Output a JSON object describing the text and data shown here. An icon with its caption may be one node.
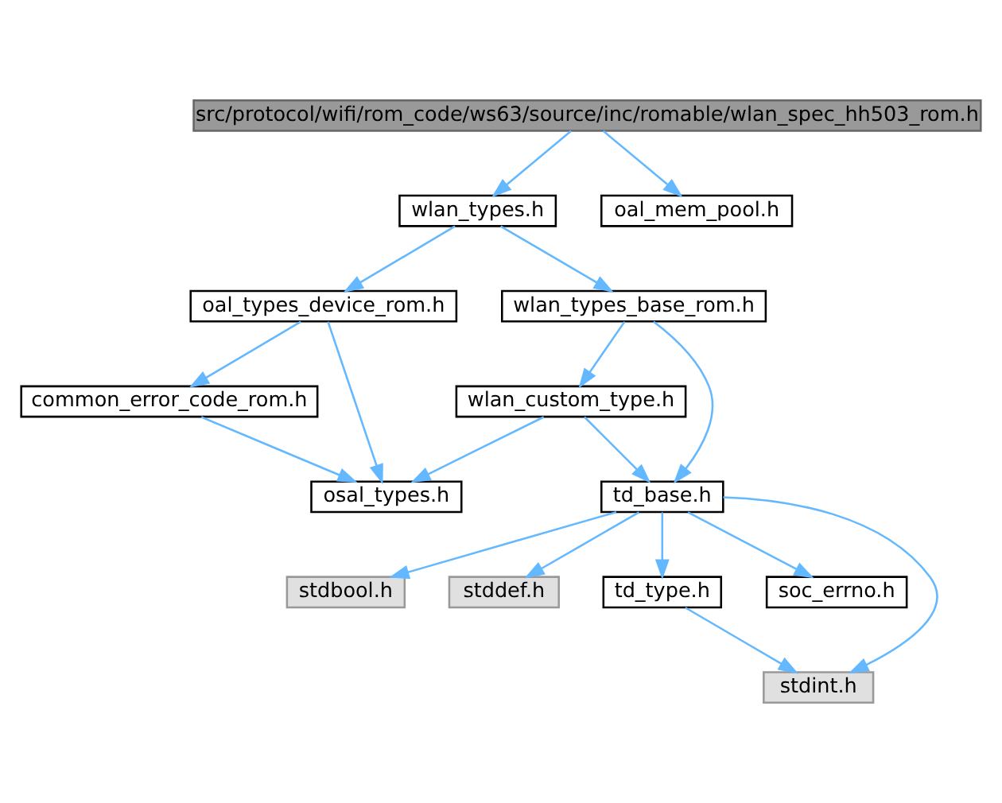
{
  "diagram": {
    "nodes": [
      {
        "text": [
          "src/protocol/wifi/rom_code/ws63/source/inc/romable/wlan_spec_hh503_rom.h"
        ]
      },
      {
        "text": [
          "wlan_types.h"
        ]
      },
      {
        "text": [
          "oal_mem_pool.h"
        ]
      },
      {
        "text": [
          "oal_types_device_rom.h"
        ]
      },
      {
        "text": [
          "wlan_types_base_rom.h"
        ]
      },
      {
        "text": [
          "common_error_code_rom.h"
        ]
      },
      {
        "text": [
          "wlan_custom_type.h"
        ]
      },
      {
        "text": [
          "osal_types.h"
        ]
      },
      {
        "text": [
          "td_base.h"
        ]
      },
      {
        "text": [
          "stdbool.h"
        ]
      },
      {
        "text": [
          "stddef.h"
        ]
      },
      {
        "text": [
          "td_type.h"
        ]
      },
      {
        "text": [
          "soc_errno.h"
        ]
      },
      {
        "text": [
          "stdint.h"
        ]
      }
    ],
    "edges": [
      {
        "from": 0,
        "to": 1,
        "arrow": "to"
      },
      {
        "from": 0,
        "to": 2,
        "arrow": "to"
      },
      {
        "from": 1,
        "to": 3,
        "arrow": "to"
      },
      {
        "from": 1,
        "to": 4,
        "arrow": "to"
      },
      {
        "from": 3,
        "to": 7,
        "arrow": "to"
      },
      {
        "from": 3,
        "to": 5,
        "arrow": "to"
      },
      {
        "from": 4,
        "to": 6,
        "arrow": "to"
      },
      {
        "from": 4,
        "to": 8,
        "arrow": "to"
      },
      {
        "from": 5,
        "to": 7,
        "arrow": "to"
      },
      {
        "from": 6,
        "to": 7,
        "arrow": "to"
      },
      {
        "from": 6,
        "to": 8,
        "arrow": "to"
      },
      {
        "from": 8,
        "to": 9,
        "arrow": "to"
      },
      {
        "from": 8,
        "to": 10,
        "arrow": "to"
      },
      {
        "from": 8,
        "to": 13,
        "arrow": "to"
      },
      {
        "from": 8,
        "to": 11,
        "arrow": "to"
      },
      {
        "from": 8,
        "to": 12,
        "arrow": "to"
      },
      {
        "from": 11,
        "to": 13,
        "arrow": "to"
      }
    ]
  }
}
